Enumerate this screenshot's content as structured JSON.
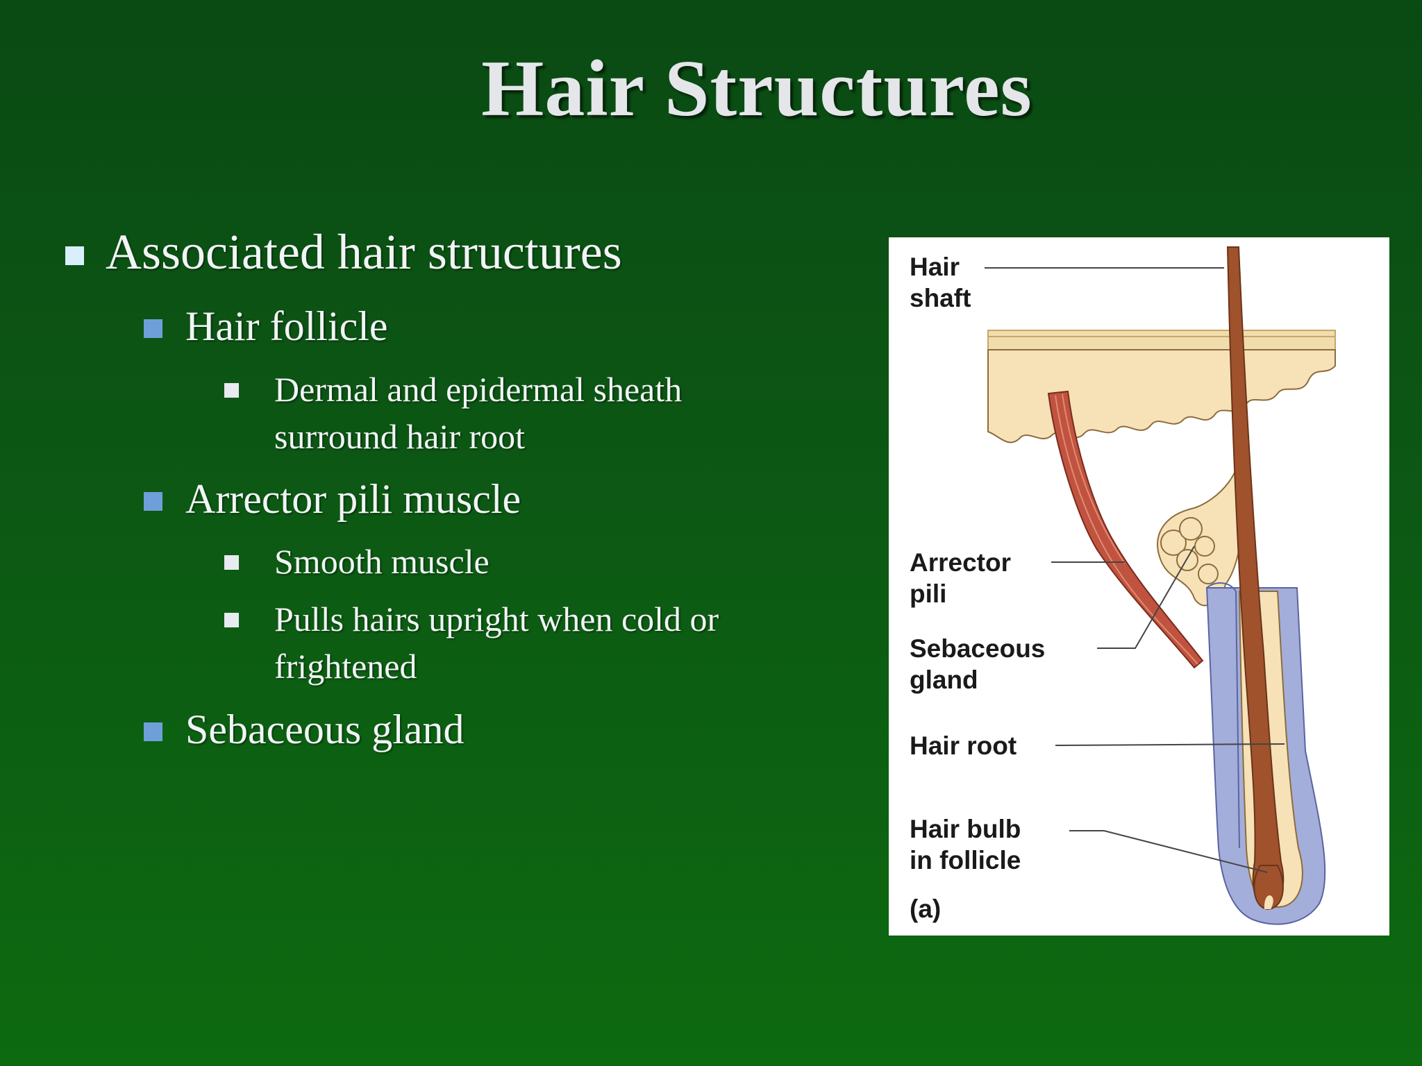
{
  "slide": {
    "title": "Hair Structures",
    "bullets": {
      "main": "Associated hair structures",
      "follicle": "Hair follicle",
      "follicle_detail_line1": "Dermal and epidermal sheath",
      "follicle_detail_line2": "surround hair root",
      "arrector": "Arrector pili muscle",
      "arrector_detail1": "Smooth muscle",
      "arrector_detail2_line1": "Pulls hairs upright when cold or",
      "arrector_detail2_line2": "frightened",
      "sebaceous": "Sebaceous gland"
    }
  },
  "figure": {
    "labels": {
      "hair_shaft": "Hair\nshaft",
      "arrector_pili": "Arrector\npili",
      "sebaceous_gland": "Sebaceous\ngland",
      "hair_root": "Hair root",
      "hair_bulb": "Hair bulb\nin follicle",
      "panel": "(a)"
    }
  },
  "colors": {
    "background": "#0c5614",
    "bullet_level1": "#d8f0fb",
    "bullet_level2": "#6f9fd8",
    "bullet_level3": "#e8ecf0",
    "hair": "#a0522d",
    "skin": "#f7e2b8",
    "follicle_sheath": "#9ea6d6",
    "muscle": "#c0533f"
  }
}
